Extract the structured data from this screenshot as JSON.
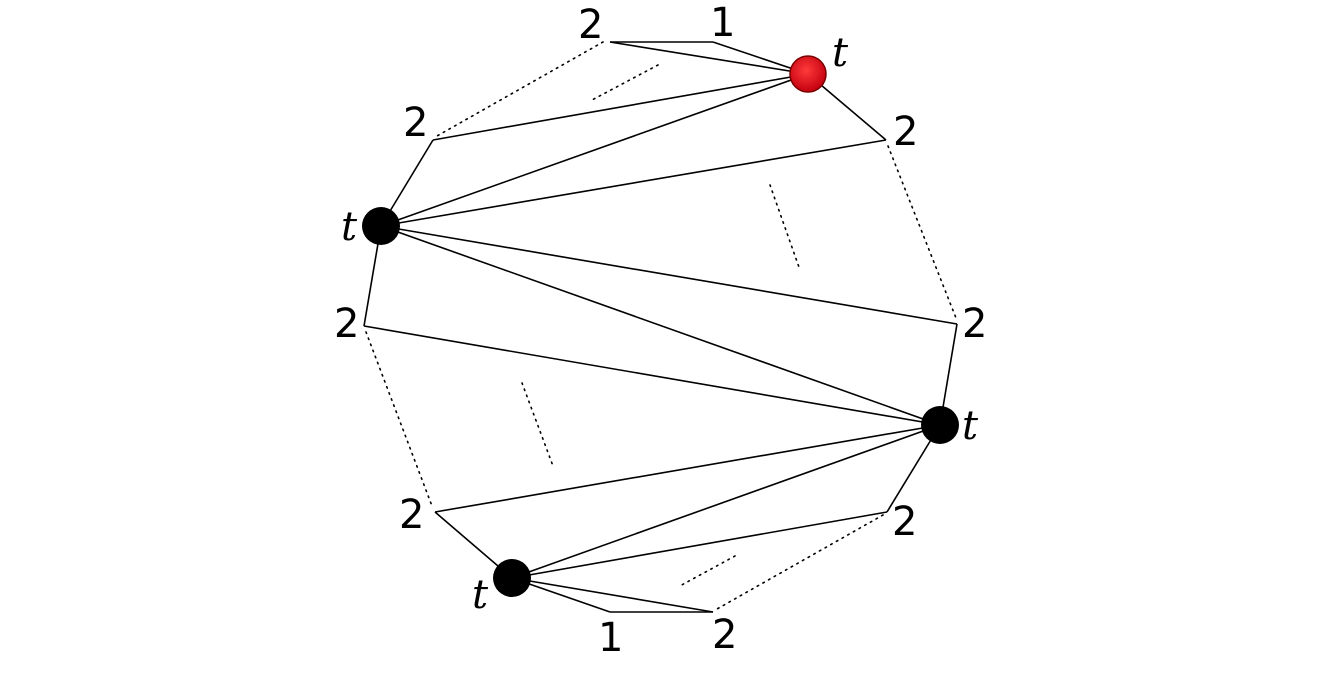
{
  "labels": {
    "top_left_2": "2",
    "top_1": "1",
    "red_t": "t",
    "right_upper_2": "2",
    "upper_left_2": "2",
    "left_t": "t",
    "left_2": "2",
    "right_2": "2",
    "right_t": "t",
    "lower_left_2": "2",
    "lower_right_2": "2",
    "bottom_t": "t",
    "bottom_1": "1",
    "bottom_2": "2"
  },
  "colors": {
    "highlight_node": "#e0141e",
    "node": "#000000",
    "edge": "#000000"
  }
}
